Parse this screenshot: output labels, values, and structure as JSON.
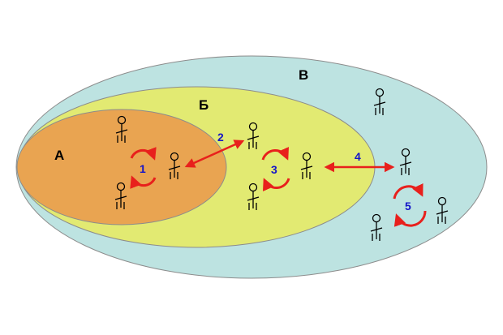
{
  "regions": [
    {
      "id": "A",
      "label": "А",
      "color": "#E9A451"
    },
    {
      "id": "B",
      "label": "Б",
      "color": "#E2EA72"
    },
    {
      "id": "C",
      "label": "В",
      "color": "#BDE3E1"
    }
  ],
  "interactions": [
    {
      "id": "1",
      "label": "1",
      "kind": "cycle"
    },
    {
      "id": "2",
      "label": "2",
      "kind": "double-arrow"
    },
    {
      "id": "3",
      "label": "3",
      "kind": "cycle"
    },
    {
      "id": "4",
      "label": "4",
      "kind": "double-arrow"
    },
    {
      "id": "5",
      "label": "5",
      "kind": "cycle"
    }
  ],
  "colors": {
    "arrow": "#E8201C",
    "number": "#1414C8",
    "outline": "#8C8C8C",
    "person": "#000000"
  },
  "person_icon": "person-icon"
}
